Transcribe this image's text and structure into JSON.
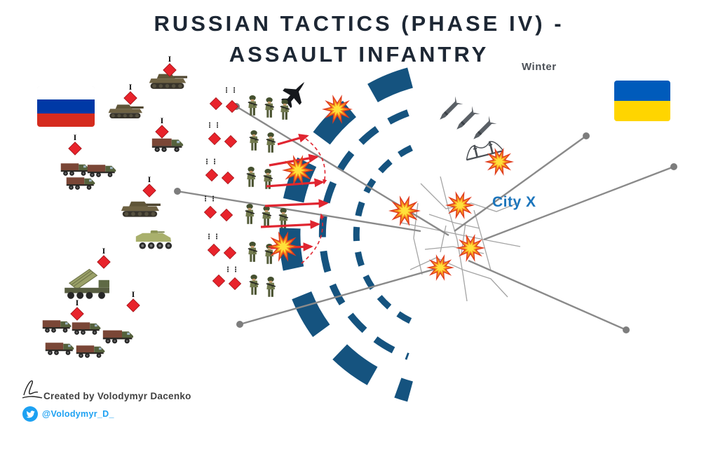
{
  "title": {
    "line1": "RUSSIAN TACTICS (PHASE IV) -",
    "line2": "ASSAULT INFANTRY"
  },
  "labels": {
    "season": "Winter",
    "city": "City X",
    "unit_marker": "I"
  },
  "attribution": {
    "credit": "Created by Volodymyr Dacenko",
    "twitter_handle": "@Volodymyr_D_"
  },
  "flags": {
    "russia": {
      "name": "Russia",
      "stripe_colors": [
        "#ffffff",
        "#0039a6",
        "#d52b1e"
      ]
    },
    "ukraine": {
      "name": "Ukraine",
      "stripe_colors": [
        "#005bbb",
        "#ffd500"
      ]
    }
  },
  "colors": {
    "title_text": "#1d2734",
    "defense_ring": "#15537f",
    "attack_arrow": "#e02530",
    "unit_diamond": "#e8232b",
    "road": "#8a8a8a",
    "city_label": "#1b75bc",
    "twitter_blue": "#1da1f2",
    "explosion_outer": "#e03c1e",
    "explosion_inner": "#ffe13a"
  },
  "glyphs": {
    "troop_dots": "⋮⋮"
  },
  "icons": {
    "jet": "fighter-jet-silhouette",
    "missile": "missile-silhouette",
    "bridge": "suspension-bridge-silhouette",
    "explosion": "starburst",
    "diamond": "red-diamond-unit-marker",
    "soldier": "infantry-soldier",
    "tank": "tank-silhouette",
    "truck": "military-truck-silhouette",
    "apc": "apc-silhouette",
    "sam": "air-defense-radar-vehicle",
    "twitter": "twitter-bird",
    "signature": "author-signature"
  }
}
